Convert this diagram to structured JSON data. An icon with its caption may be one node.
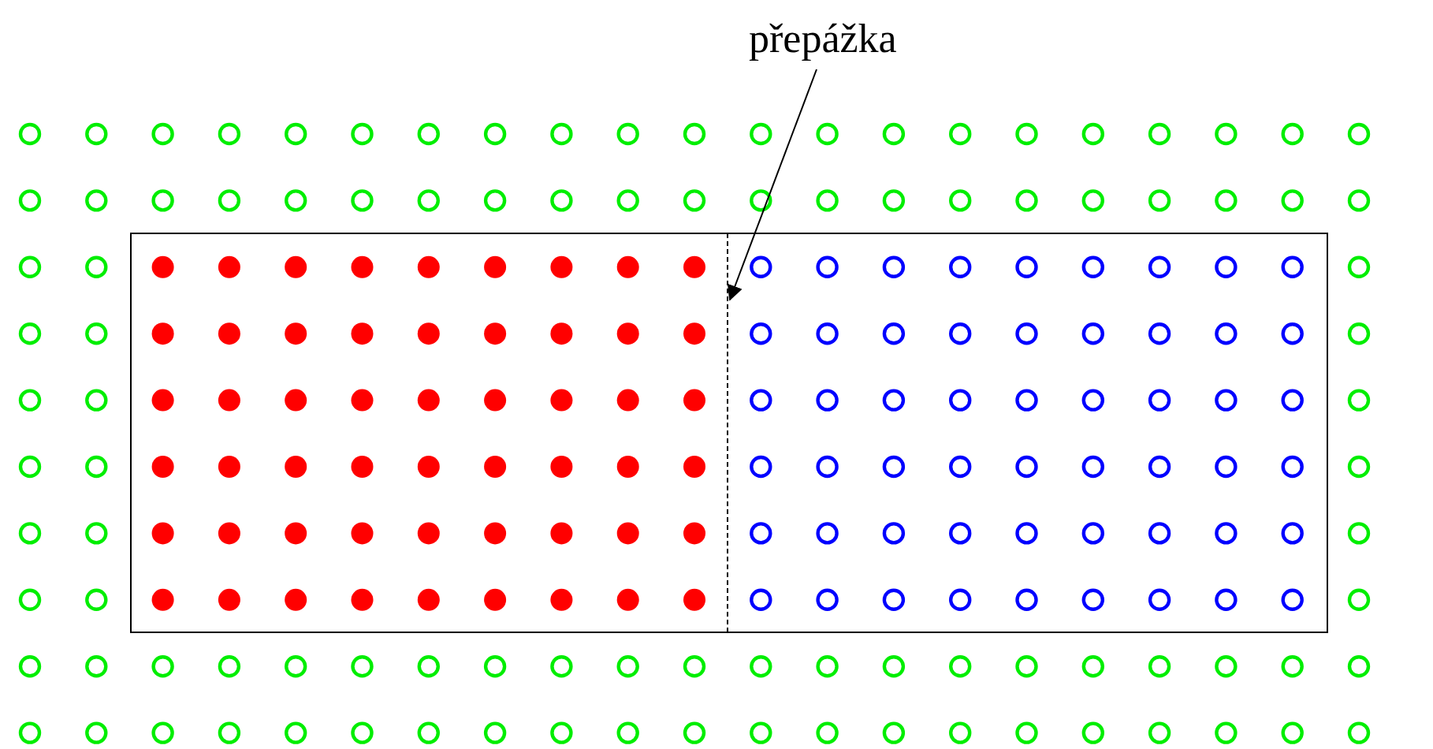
{
  "diagram": {
    "nodes": [
      {
        "text": [
          "přepážka"
        ]
      },
      {
        "text": [],
        "shape": "bar"
      }
    ],
    "edges": [
      {
        "from": 0,
        "to": 1,
        "arrow": "to"
      }
    ]
  }
}
